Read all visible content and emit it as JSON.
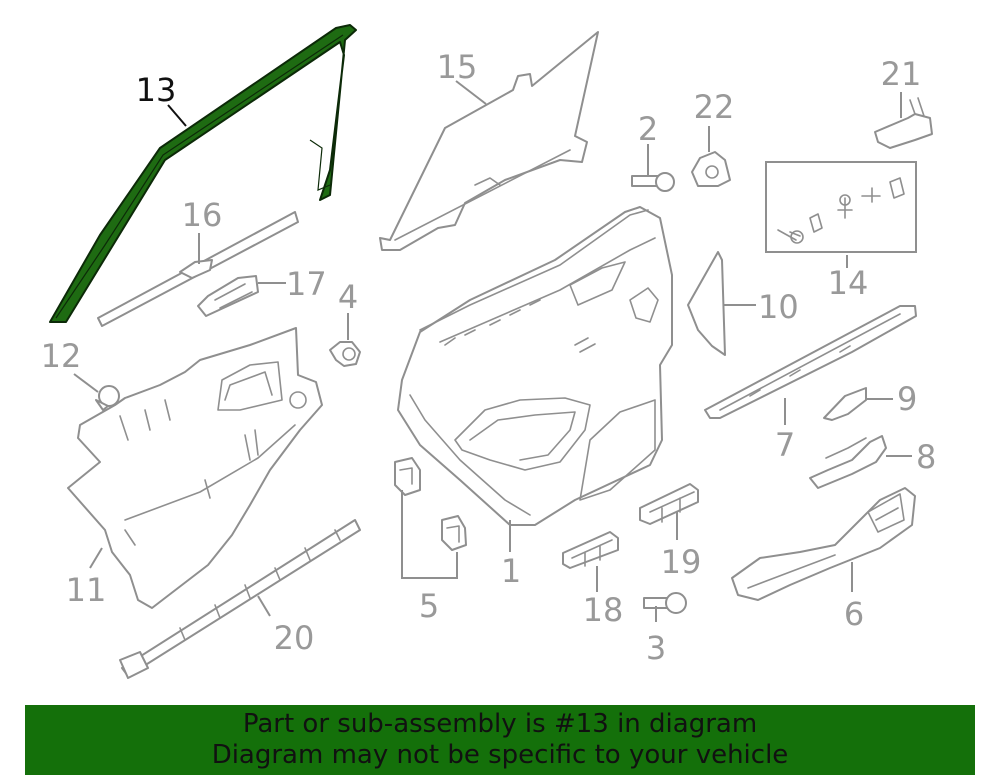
{
  "callouts": {
    "c1": "1",
    "c2": "2",
    "c3": "3",
    "c4": "4",
    "c5": "5",
    "c6": "6",
    "c7": "7",
    "c8": "8",
    "c9": "9",
    "c10": "10",
    "c11": "11",
    "c12": "12",
    "c13": "13",
    "c14": "14",
    "c15": "15",
    "c16": "16",
    "c17": "17",
    "c18": "18",
    "c19": "19",
    "c20": "20",
    "c21": "21",
    "c22": "22"
  },
  "highlighted_part": "13",
  "colors": {
    "highlight_fill": "#1e6b12",
    "banner_bg": "#14700a",
    "line_gray": "#8f8f8f",
    "label_gray": "#999999"
  },
  "banner": {
    "line1": "Part or sub-assembly is #13 in diagram",
    "line2": "Diagram may not be specific to your vehicle"
  }
}
